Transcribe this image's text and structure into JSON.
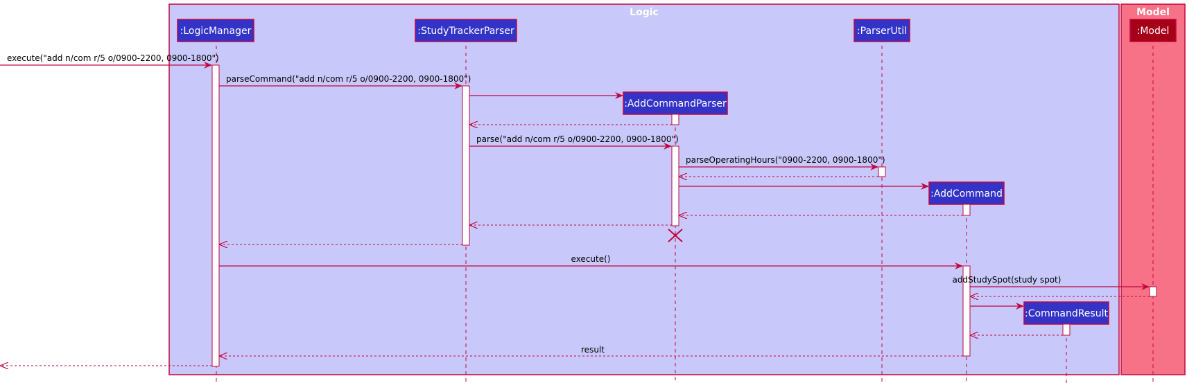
{
  "colors": {
    "logic_frame_fill": "#c8c8fa",
    "model_frame_fill": "#f77286",
    "border": "#c2063f",
    "participant_fill": "#3333c8",
    "model_participant_fill": "#a60019",
    "arrow": "#c2063f",
    "activation_fill": "#ffffff"
  },
  "frames": {
    "logic": {
      "title": "Logic"
    },
    "model": {
      "title": "Model"
    }
  },
  "participants": {
    "logic_manager": ":LogicManager",
    "study_tracker_parser": ":StudyTrackerParser",
    "add_command_parser": ":AddCommandParser",
    "parser_util": ":ParserUtil",
    "add_command": ":AddCommand",
    "command_result": ":CommandResult",
    "model": ":Model"
  },
  "messages": {
    "execute_input": "execute(\"add n/com r/5 o/0900-2200, 0900-1800\")",
    "parse_command": "parseCommand(\"add n/com r/5 o/0900-2200, 0900-1800\")",
    "parse": "parse(\"add n/com r/5 o/0900-2200, 0900-1800\")",
    "parse_operating_hours": "parseOperatingHours(\"0900-2200, 0900-1800\")",
    "execute": "execute()",
    "add_study_spot": "addStudySpot(study spot)",
    "result": "result"
  }
}
